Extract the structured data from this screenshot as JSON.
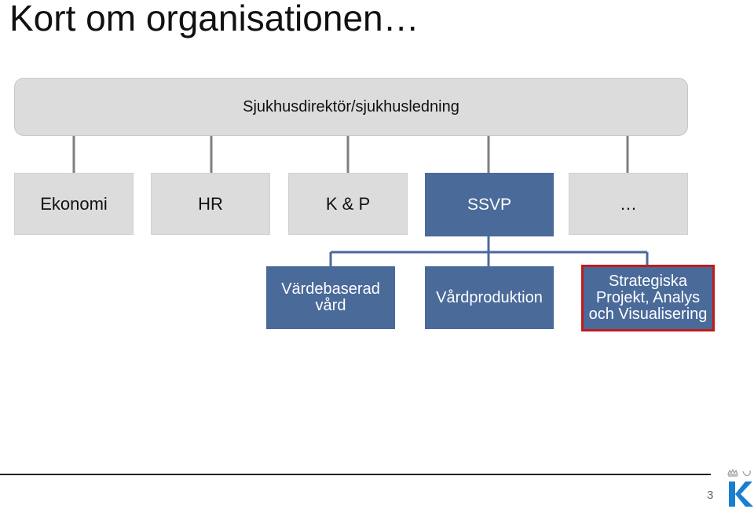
{
  "slide": {
    "title": "Kort om organisationen…",
    "page_number": "3"
  },
  "top_box": {
    "label": "Sjukhusdirektör/sjukhusledning"
  },
  "departments": [
    {
      "label": "Ekonomi"
    },
    {
      "label": "HR"
    },
    {
      "label": "K & P"
    },
    {
      "label": "SSVP"
    },
    {
      "label": "…"
    }
  ],
  "ssvp_units": [
    {
      "label": "Värdebaserad vård"
    },
    {
      "label": "Vårdproduktion"
    },
    {
      "label": "Strategiska Projekt, Analys och Visualisering"
    }
  ],
  "colors": {
    "grey_box": "#dcdcdc",
    "blue_box": "#4a6a9a",
    "highlight_border": "#c41a1a",
    "connector": "#7f7f7f",
    "ssvp_connector": "#4a6a9a"
  },
  "logo": {
    "icon": "karolinska-k-logo"
  }
}
